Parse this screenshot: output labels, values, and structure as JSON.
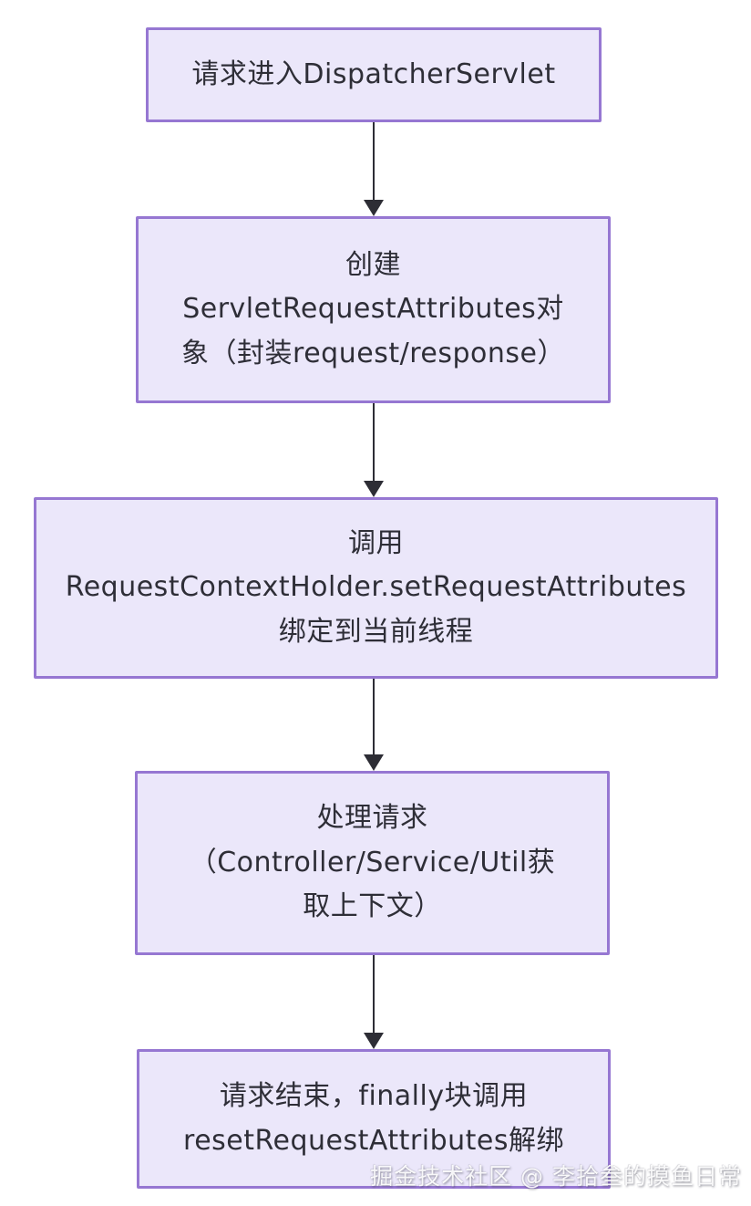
{
  "colors": {
    "background": "#ffffff",
    "node_fill": "#ebe7fa",
    "node_border": "#9677d2",
    "node_text": "#2e2e37",
    "arrow": "#2d2d35",
    "watermark": "#ffffff"
  },
  "flowchart": {
    "type": "flowchart",
    "direction": "top-down",
    "nodes": [
      {
        "id": "step-1",
        "text": "请求进入DispatcherServlet"
      },
      {
        "id": "step-2",
        "text": "创建\nServletRequestAttributes对\n象（封装request/response）"
      },
      {
        "id": "step-3",
        "text": "调用\nRequestContextHolder.setRequestAttributes\n绑定到当前线程"
      },
      {
        "id": "step-4",
        "text": "处理请求\n（Controller/Service/Util获\n取上下文）"
      },
      {
        "id": "step-5",
        "text": "请求结束，finally块调用\nresetRequestAttributes解绑"
      }
    ],
    "edges": [
      {
        "from": "step-1",
        "to": "step-2"
      },
      {
        "from": "step-2",
        "to": "step-3"
      },
      {
        "from": "step-3",
        "to": "step-4"
      },
      {
        "from": "step-4",
        "to": "step-5"
      }
    ]
  },
  "watermark": {
    "text": "掘金技术社区 @ 李拾叁的摸鱼日常"
  }
}
